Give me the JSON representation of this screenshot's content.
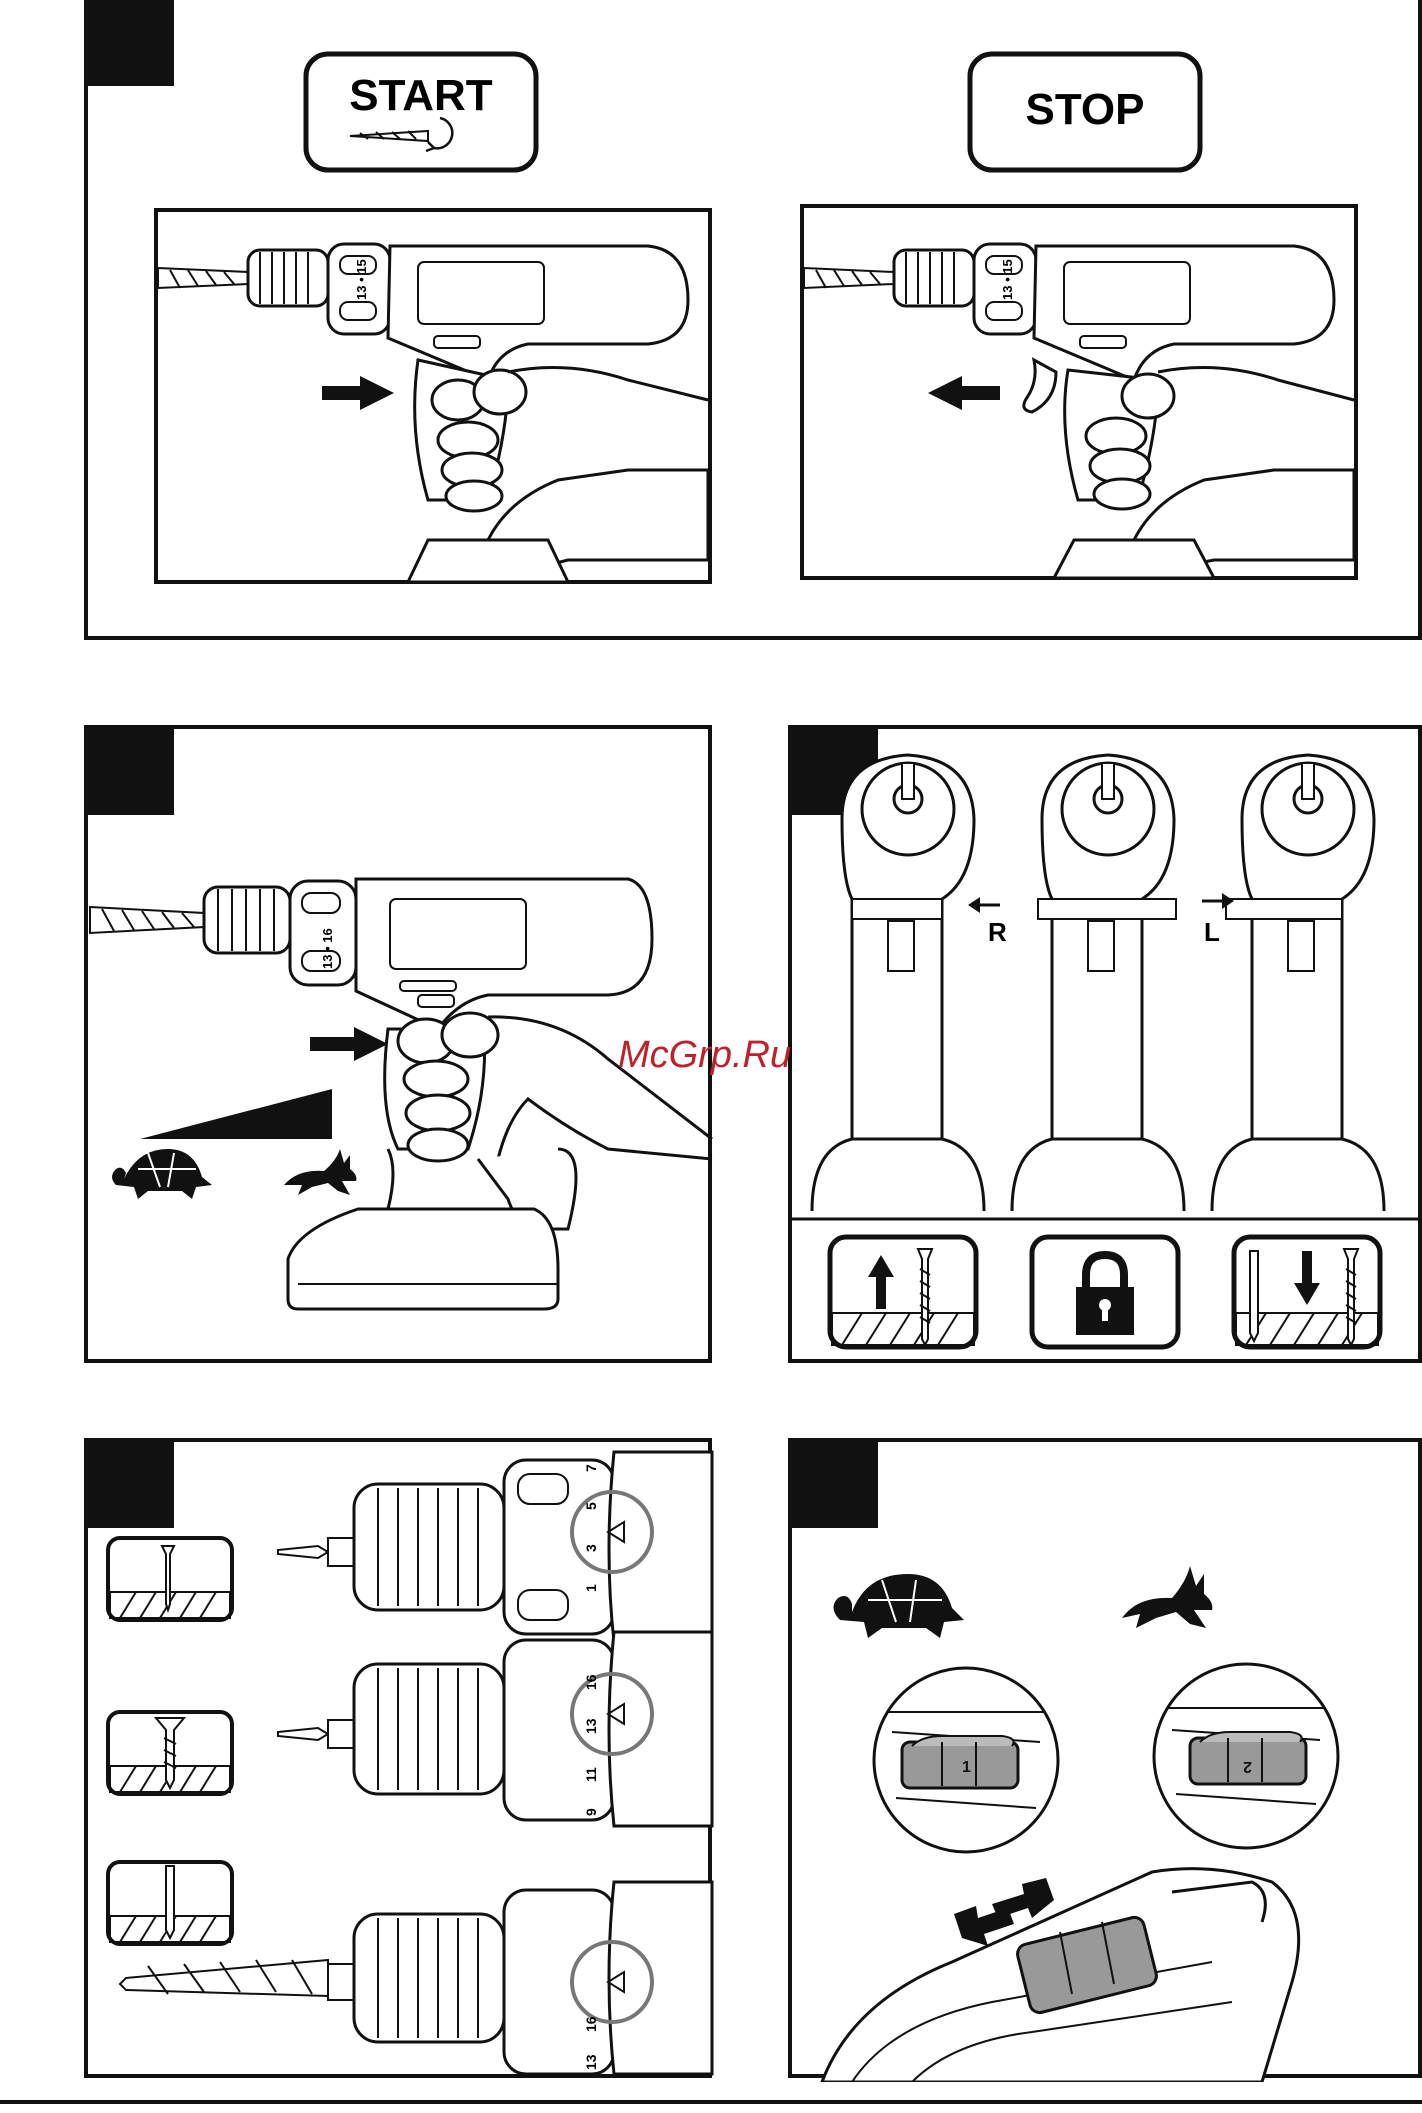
{
  "fig_top": {
    "start_label": "START",
    "stop_label": "STOP",
    "chuck_marks_left": "13 • 15",
    "chuck_marks_right": "13 • 15"
  },
  "fig_speed": {
    "chuck_marks": "13 • 16",
    "slow_icon": "tortoise-icon",
    "fast_icon": "hare-icon"
  },
  "fig_direction": {
    "right_label": "R",
    "left_label": "L",
    "icons": [
      "screw-in-icon",
      "lock-icon",
      "screw-out-icon"
    ]
  },
  "fig_torque": {
    "rows": [
      {
        "marks": [
          "1",
          "3",
          "5",
          "7"
        ],
        "icon": "small-screw-icon"
      },
      {
        "marks": [
          "9",
          "11",
          "13",
          "16"
        ],
        "icon": "large-screw-icon"
      },
      {
        "marks": [
          "13",
          "16"
        ],
        "icon": "drill-bit-icon"
      }
    ]
  },
  "fig_gear": {
    "gear_1": "1",
    "gear_2": "2",
    "slow_icon": "tortoise-icon",
    "fast_icon": "hare-icon"
  },
  "watermark": "McGrp.Ru",
  "colors": {
    "ink": "#111111",
    "accent": "#c0202a",
    "circle": "#777777"
  }
}
